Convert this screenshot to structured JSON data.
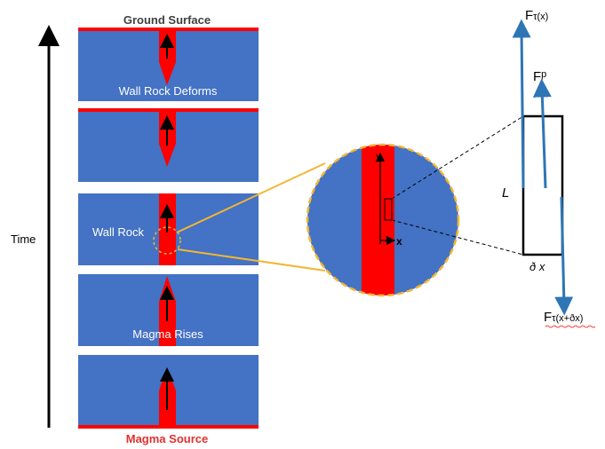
{
  "labels": {
    "ground_surface": "Ground Surface",
    "wall_rock_deforms": "Wall Rock Deforms",
    "wall_rock": "Wall Rock",
    "magma_rises": "Magma Rises",
    "magma_source": "Magma Source",
    "time": "Time",
    "axis_y": "y",
    "axis_x": "x",
    "length": "L",
    "width": "ð x",
    "force_shear_top_base": "F",
    "force_shear_top_sub": "τ(x)",
    "force_pressure_base": "F",
    "force_pressure_sub": "p",
    "force_shear_bottom_base": "F",
    "force_shear_bottom_sub": "τ(x+ðx)"
  },
  "colors": {
    "rock": "#4472C4",
    "magma": "#FF0000",
    "zoom_outline": "#F2B632",
    "force_arrow": "#2E75B6",
    "ink": "#000000"
  }
}
